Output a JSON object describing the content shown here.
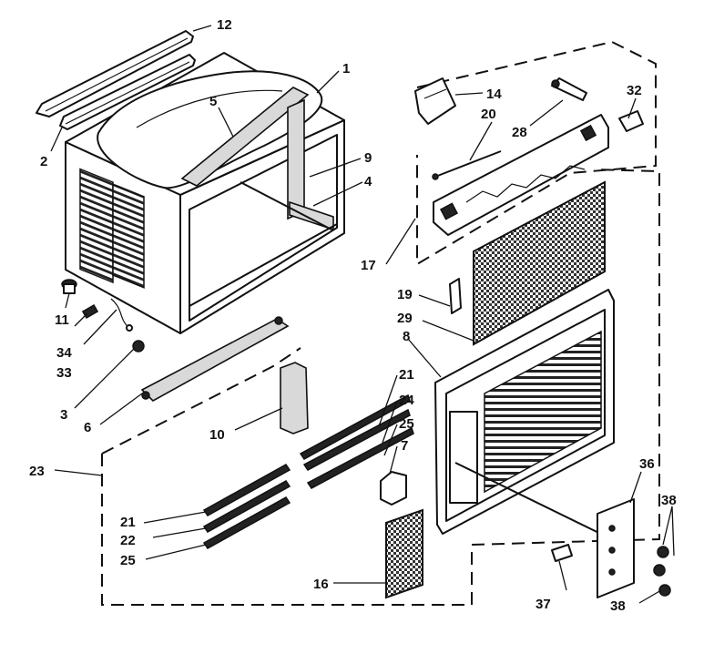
{
  "callouts": [
    {
      "id": "c12",
      "text": "12"
    },
    {
      "id": "c1",
      "text": "1"
    },
    {
      "id": "c5",
      "text": "5"
    },
    {
      "id": "c2",
      "text": "2"
    },
    {
      "id": "c9",
      "text": "9"
    },
    {
      "id": "c4",
      "text": "4"
    },
    {
      "id": "c14",
      "text": "14"
    },
    {
      "id": "c20",
      "text": "20"
    },
    {
      "id": "c28",
      "text": "28"
    },
    {
      "id": "c32",
      "text": "32"
    },
    {
      "id": "c17",
      "text": "17"
    },
    {
      "id": "c19",
      "text": "19"
    },
    {
      "id": "c29",
      "text": "29"
    },
    {
      "id": "c8",
      "text": "8"
    },
    {
      "id": "c11",
      "text": "11"
    },
    {
      "id": "c34",
      "text": "34"
    },
    {
      "id": "c33",
      "text": "33"
    },
    {
      "id": "c3",
      "text": "3"
    },
    {
      "id": "c6",
      "text": "6"
    },
    {
      "id": "c10",
      "text": "10"
    },
    {
      "id": "c21a",
      "text": "21"
    },
    {
      "id": "c24",
      "text": "24"
    },
    {
      "id": "c25a",
      "text": "25"
    },
    {
      "id": "c7",
      "text": "7"
    },
    {
      "id": "c23",
      "text": "23"
    },
    {
      "id": "c21b",
      "text": "21"
    },
    {
      "id": "c22",
      "text": "22"
    },
    {
      "id": "c25b",
      "text": "25"
    },
    {
      "id": "c16",
      "text": "16"
    },
    {
      "id": "c36",
      "text": "36"
    },
    {
      "id": "c38a",
      "text": "38"
    },
    {
      "id": "c37",
      "text": "37"
    },
    {
      "id": "c38b",
      "text": "38"
    }
  ]
}
